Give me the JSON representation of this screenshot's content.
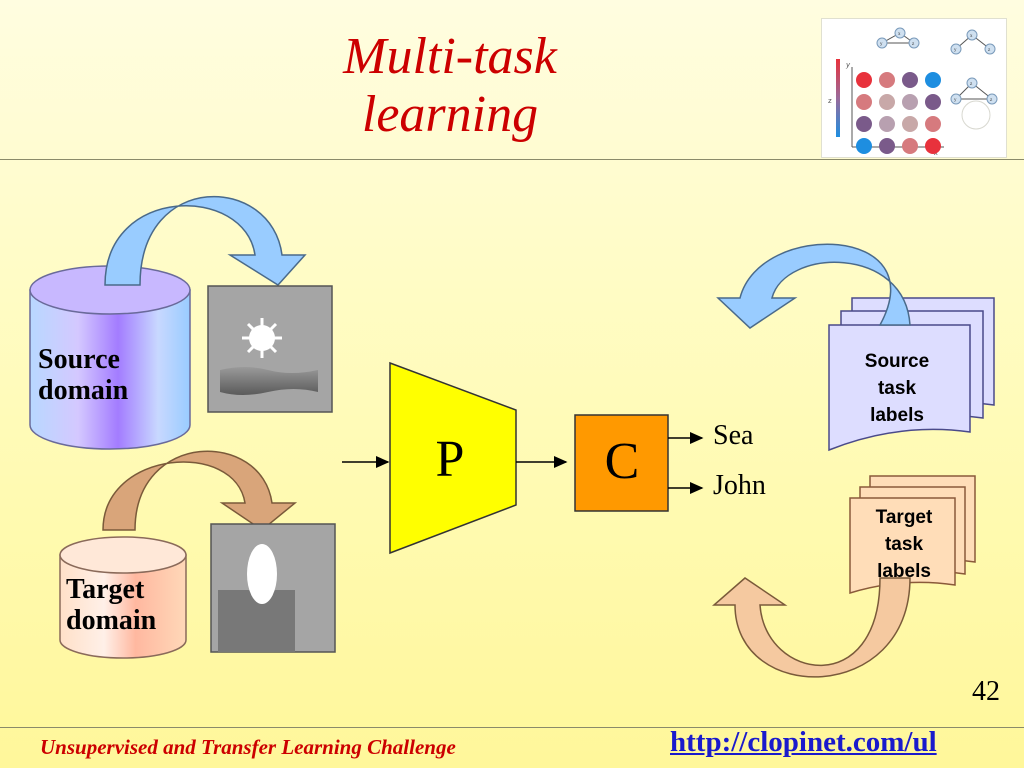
{
  "slide": {
    "title": "Multi-task\nlearning",
    "page_number": "42",
    "footer_left": "Unsupervised and Transfer Learning Challenge",
    "footer_right": "http://clopinet.com/ul"
  },
  "thumbnail": {
    "axis_y": "y",
    "axis_x": "x",
    "axis_z": "z",
    "node_labels": [
      "x",
      "y",
      "z"
    ],
    "dot_colors": [
      [
        "#e8323c",
        "#d67a7e",
        "#7a5a8a",
        "#1e8ee0"
      ],
      [
        "#d67a7e",
        "#c8a8a8",
        "#b8a0b0",
        "#7a5a8a"
      ],
      [
        "#7a5a8a",
        "#b8a0b0",
        "#c8a8a8",
        "#d67a7e"
      ],
      [
        "#1e8ee0",
        "#7a5a8a",
        "#d67a7e",
        "#e8323c"
      ]
    ]
  },
  "diagram": {
    "source_domain": "Source\ndomain",
    "target_domain": "Target\ndomain",
    "predictor_label": "P",
    "classifier_label": "C",
    "output_1": "Sea",
    "output_2": "John",
    "source_task_labels": "Source\ntask\nlabels",
    "target_task_labels": "Target\ntask\nlabels"
  },
  "colors": {
    "title": "#cc0000",
    "predictor_fill": "#ffff00",
    "classifier_fill": "#ff9900",
    "source_arrow": "#99ccff",
    "target_arrow": "#f5c9a0",
    "source_stack": "#ddddff",
    "target_stack": "#ffddb8",
    "footer_link": "#1a1acc"
  }
}
